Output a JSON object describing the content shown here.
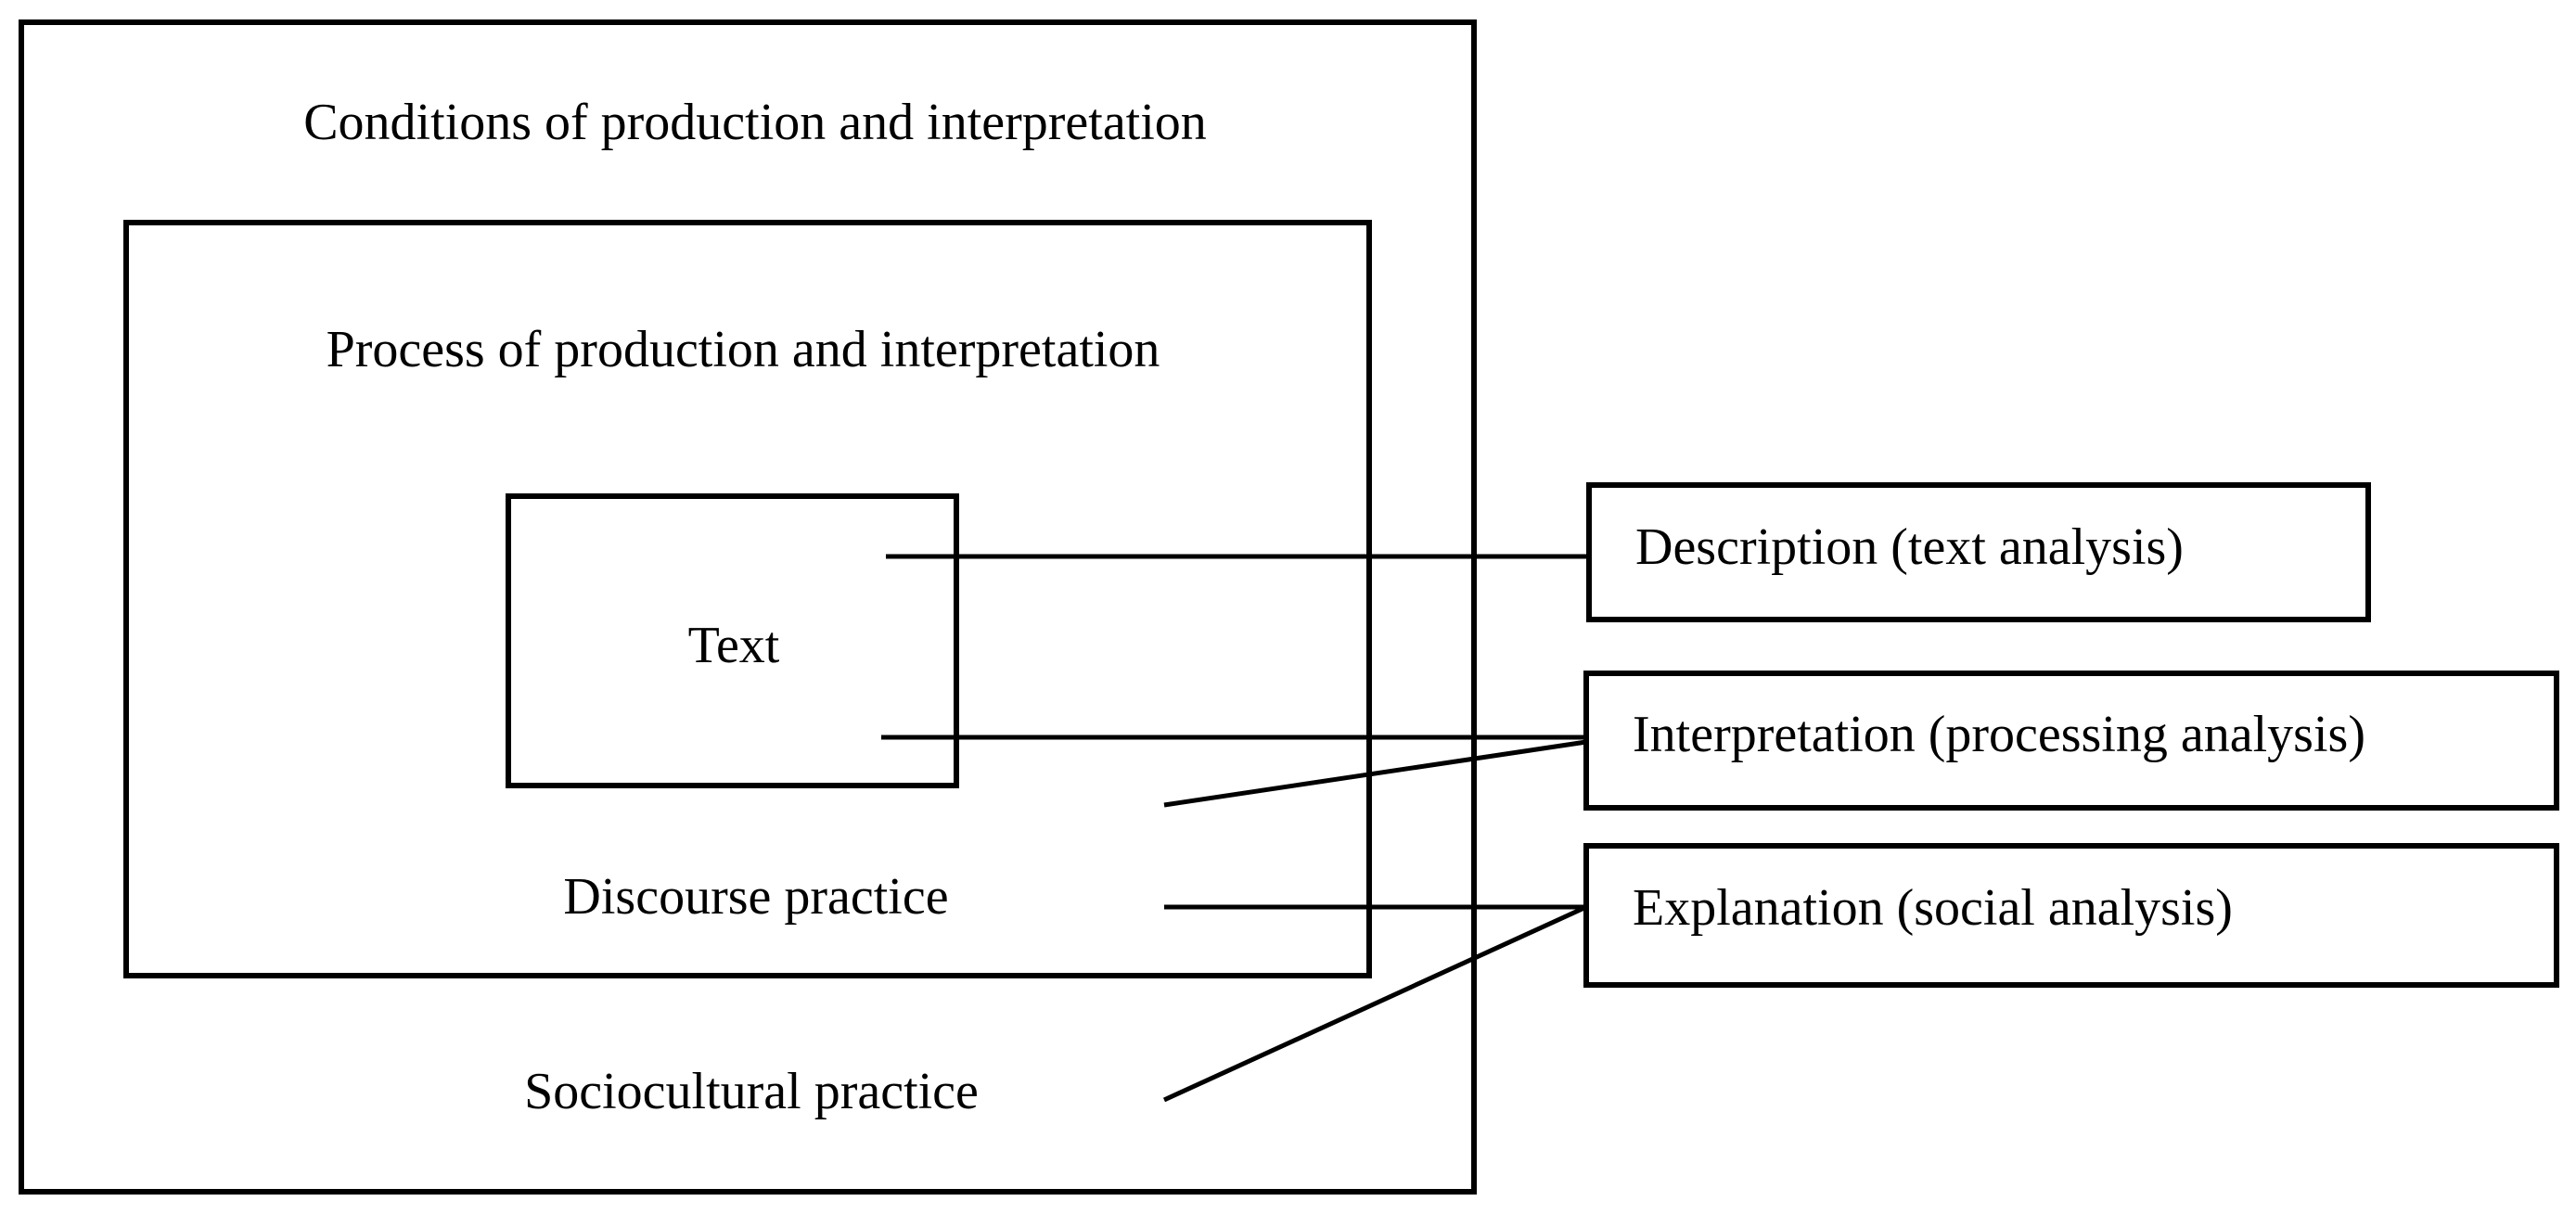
{
  "diagram": {
    "outer_label": "Conditions of production and interpretation",
    "middle_label": "Process of production and interpretation",
    "inner_label": "Text",
    "discourse_label": "Discourse practice",
    "sociocultural_label": "Sociocultural practice",
    "analysis": {
      "description": "Description (text analysis)",
      "interpretation": "Interpretation (processing analysis)",
      "explanation": "Explanation (social analysis)"
    }
  }
}
